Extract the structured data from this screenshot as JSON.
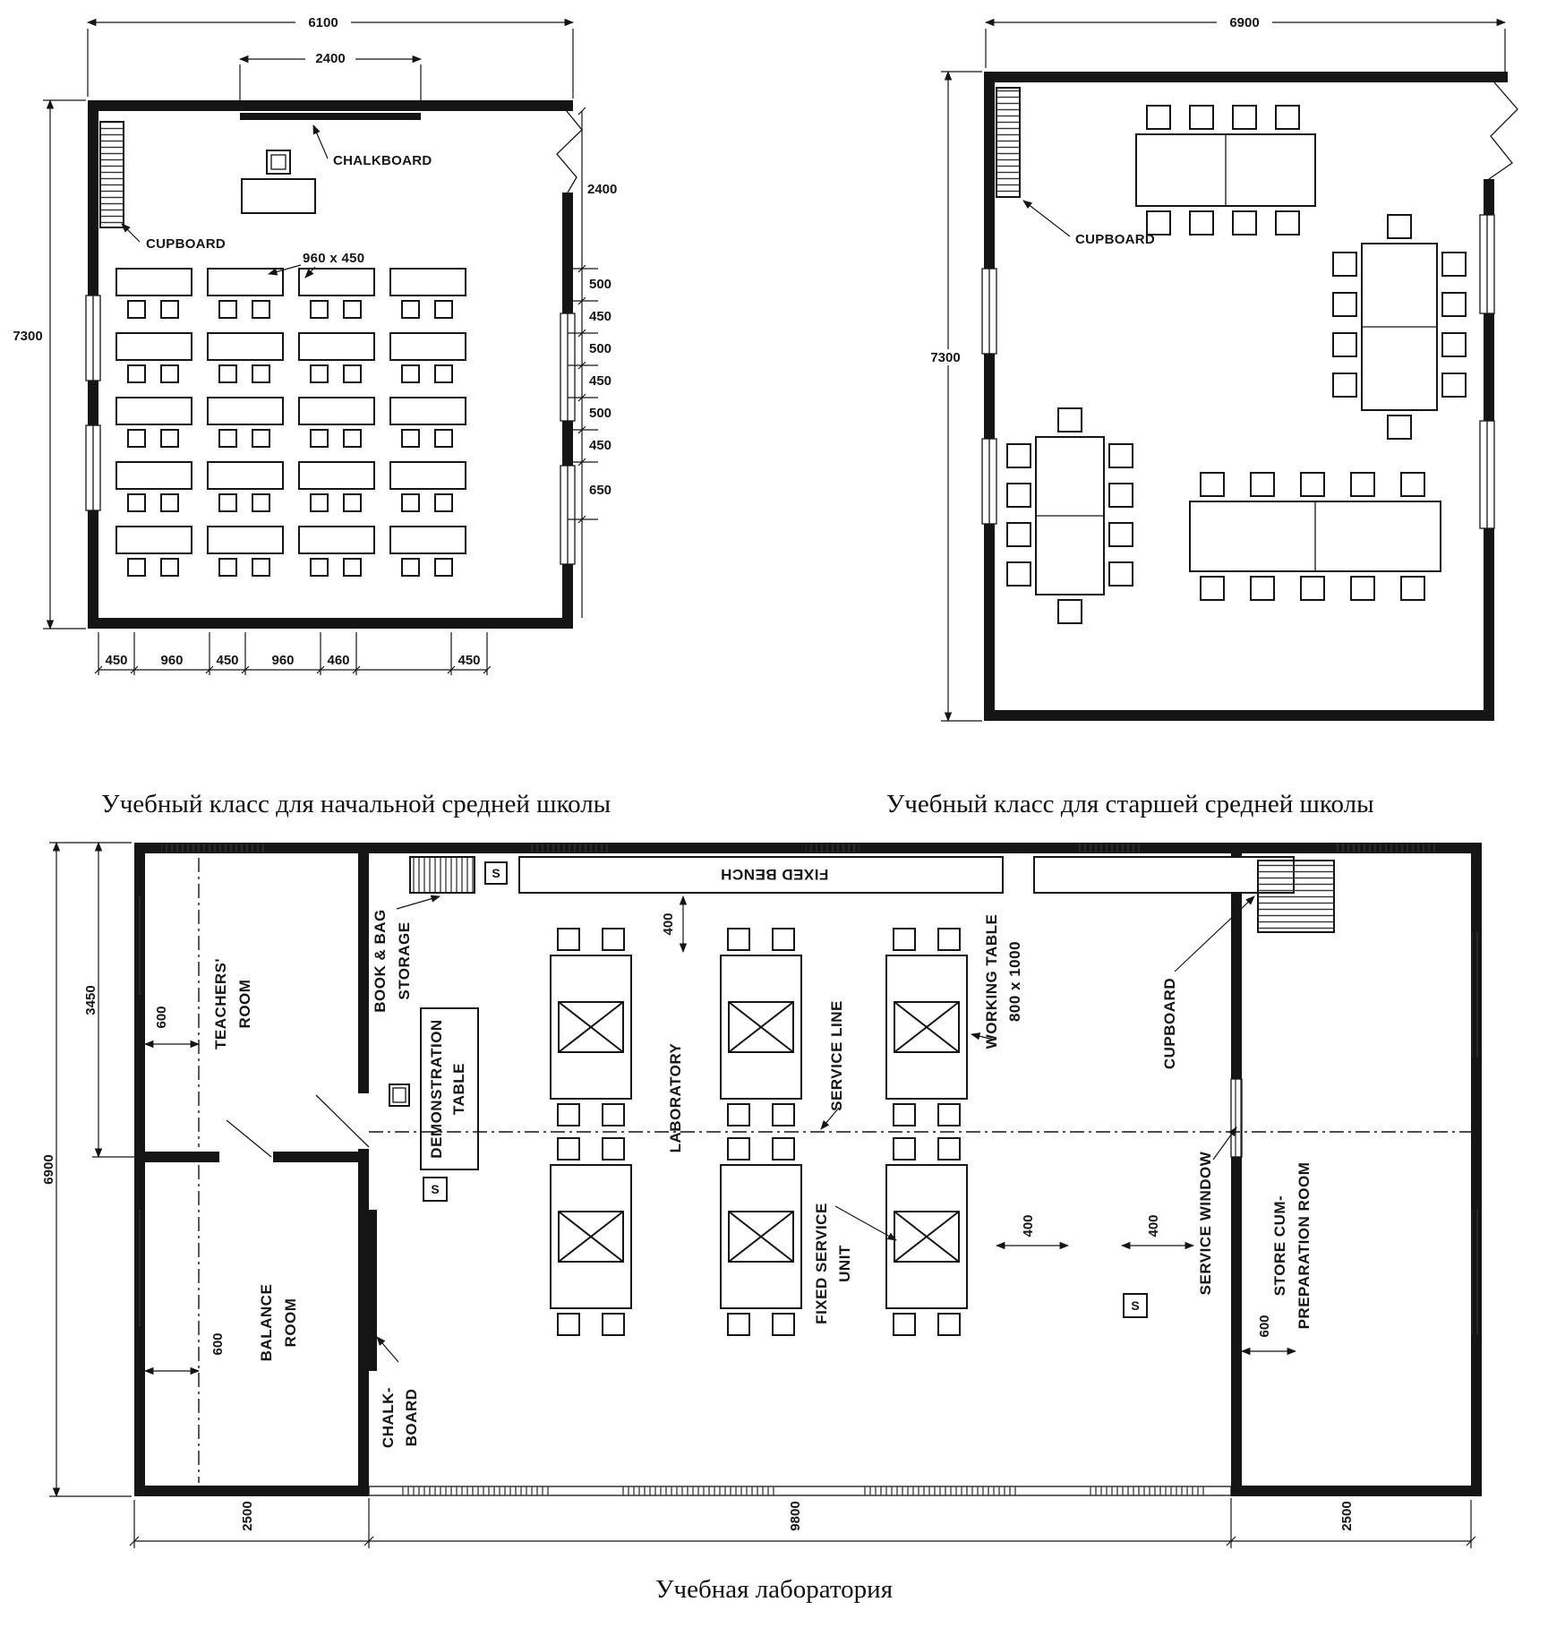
{
  "captions": {
    "plan1": "Учебный класс для начальной средней школы",
    "plan2": "Учебный класс для старшей средней школы",
    "plan3": "Учебная лаборатория"
  },
  "plan1": {
    "labels": {
      "chalkboard": "CHALKBOARD",
      "cupboard": "CUPBOARD",
      "desk_size": "960 x 450"
    },
    "dims": {
      "width_total": "6100",
      "board_width": "2400",
      "height_total": "7300",
      "front_depth": "2400",
      "right_chain": [
        "500",
        "450",
        "500",
        "450",
        "500",
        "450",
        "650"
      ],
      "bottom_chain": [
        "450",
        "960",
        "450",
        "960",
        "460",
        "450"
      ]
    }
  },
  "plan2": {
    "labels": {
      "cupboard": "CUPBOARD"
    },
    "dims": {
      "width_total": "6900",
      "height_total": "7300"
    }
  },
  "plan3": {
    "labels": {
      "teachers_room": [
        "TEACHERS'",
        "ROOM"
      ],
      "balance_room": [
        "BALANCE",
        "ROOM"
      ],
      "book_bag_storage": [
        "BOOK & BAG",
        "STORAGE"
      ],
      "demonstration_table": [
        "DEMONSTRATION",
        "TABLE"
      ],
      "chalkboard": [
        "CHALK-",
        "BOARD"
      ],
      "fixed_bench": "FIXED BENCH",
      "laboratory": "LABORATORY",
      "service_line": "SERVICE LINE",
      "fixed_service_unit": [
        "FIXED SERVICE",
        "UNIT"
      ],
      "working_table": [
        "WORKING TABLE",
        "800 x 1000"
      ],
      "cupboard": "CUPBOARD",
      "service_window": "SERVICE WINDOW",
      "store_room": [
        "STORE CUM-",
        "PREPARATION ROOM"
      ],
      "sink": "S"
    },
    "dims": {
      "height_total": "6900",
      "height_half": "3450",
      "teachers_depth": "600",
      "balance_depth": "600",
      "bench_gap": "400",
      "aisle_a": "400",
      "aisle_b": "400",
      "store_depth": "600",
      "left_wing": "2500",
      "lab_length": "9800",
      "right_wing": "2500"
    }
  }
}
